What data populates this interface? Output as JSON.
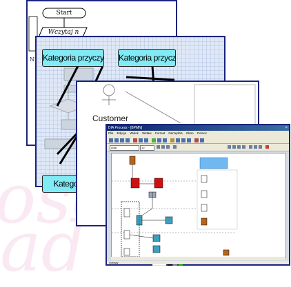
{
  "background": {
    "watermark_lines": [
      "osc",
      "ad"
    ]
  },
  "flowchart": {
    "start_label": "Start",
    "input_label": "Wczytaj n",
    "side_label": "Nie"
  },
  "fishbone": {
    "boxes": [
      "Kategoria przyczyn",
      "Kategoria przyczyn",
      "Kategoria p"
    ]
  },
  "use_case": {
    "actor_label": "Customer"
  },
  "app_window": {
    "title": "DIA Process - [BPMN]",
    "menu_items": [
      "Plik",
      "Edycja",
      "Widok",
      "Wstaw",
      "Format",
      "Narzędzia",
      "Okno",
      "Pomoc"
    ],
    "font_select_value": "Arial",
    "size_select_value": "10",
    "status_text": "Gotowy"
  },
  "colors": {
    "cyan_box": "#80eaf5",
    "slide_border": "#1a237e",
    "red_task": "#d01010"
  }
}
